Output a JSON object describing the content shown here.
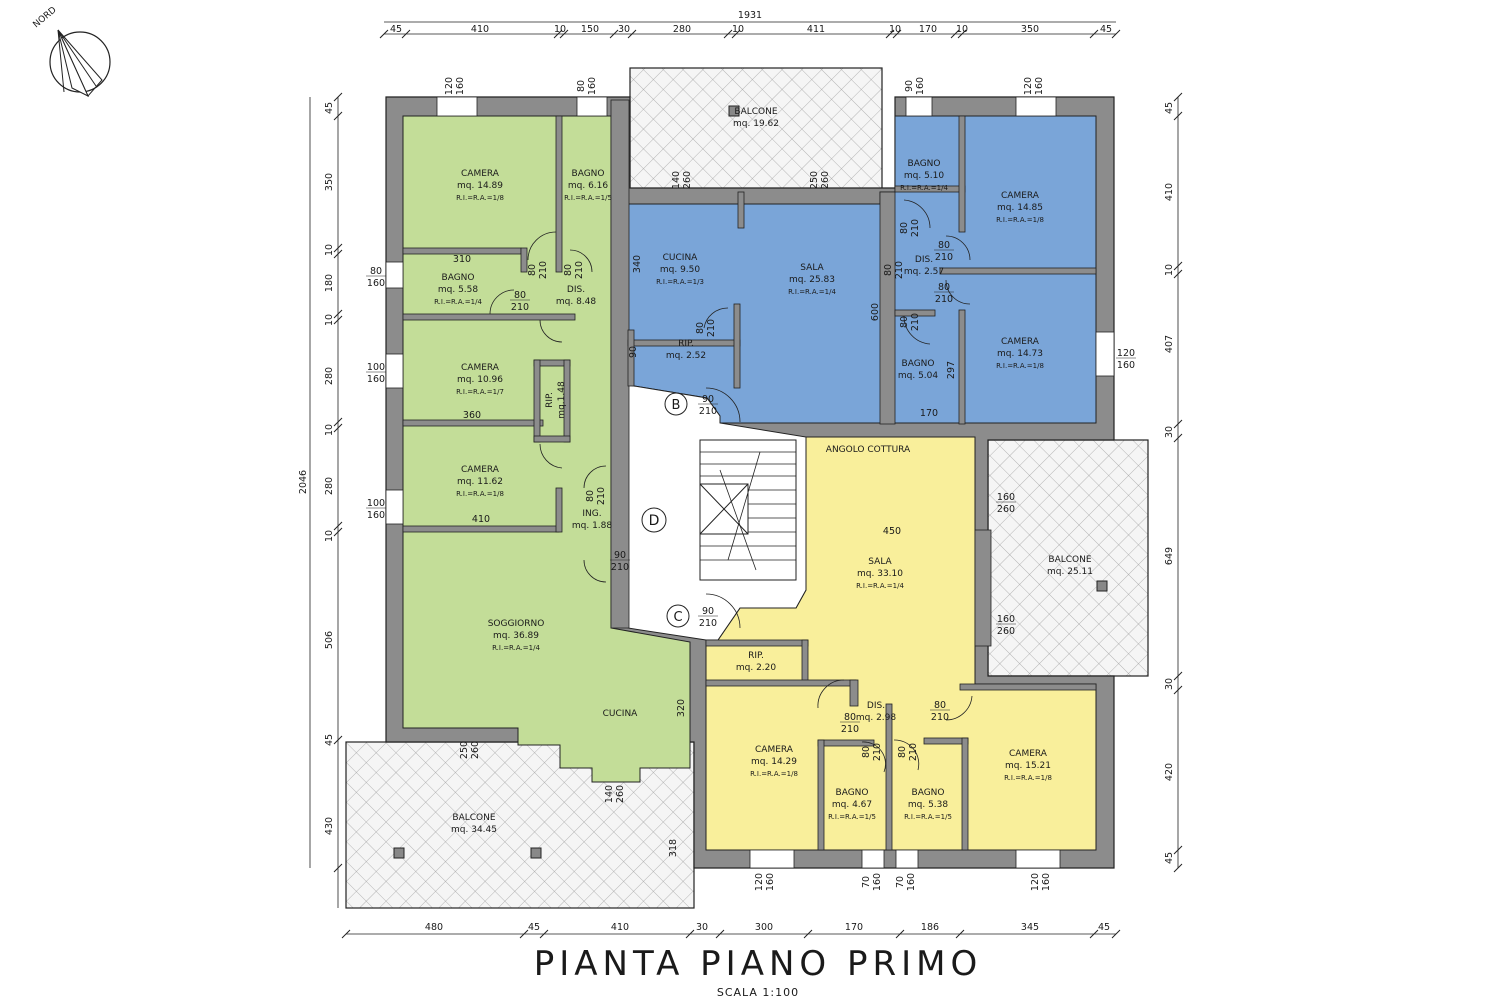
{
  "title": "PIANTA  PIANO  PRIMO",
  "scale": "SCALA  1:100",
  "north_label": "NORD",
  "colors": {
    "apt_left": "#c3dd98",
    "apt_right_top": "#7aa5d8",
    "apt_right_bottom": "#f9ef9b",
    "wall": "#8c8c8c",
    "balcony": "#f3f3f3",
    "stairs": "#ffffff"
  },
  "rooms": [
    {
      "id": "camera-a1",
      "name": "CAMERA",
      "area": "mq. 14.89",
      "ratio": "R.I.=R.A.=1/8"
    },
    {
      "id": "bagno-a1",
      "name": "BAGNO",
      "area": "mq. 6.16",
      "ratio": "R.I.=R.A.=1/5"
    },
    {
      "id": "bagno-a2",
      "name": "BAGNO",
      "area": "mq. 5.58",
      "ratio": "R.I.=R.A.=1/4"
    },
    {
      "id": "dis-a",
      "name": "DIS.",
      "area": "mq. 8.48",
      "ratio": ""
    },
    {
      "id": "camera-a2",
      "name": "CAMERA",
      "area": "mq. 10.96",
      "ratio": "R.I.=R.A.=1/7"
    },
    {
      "id": "rip-a",
      "name": "RIP.",
      "area": "mq.1.48",
      "ratio": ""
    },
    {
      "id": "camera-a3",
      "name": "CAMERA",
      "area": "mq. 11.62",
      "ratio": "R.I.=R.A.=1/8"
    },
    {
      "id": "ing-a",
      "name": "ING.",
      "area": "mq. 1.88",
      "ratio": ""
    },
    {
      "id": "soggiorno-a",
      "name": "SOGGIORNO",
      "area": "mq. 36.89",
      "ratio": "R.I.=R.A.=1/4"
    },
    {
      "id": "cucina-a",
      "name": "CUCINA",
      "area": "",
      "ratio": ""
    },
    {
      "id": "balcone-a",
      "name": "BALCONE",
      "area": "mq. 34.45",
      "ratio": ""
    },
    {
      "id": "balcone-b",
      "name": "BALCONE",
      "area": "mq. 19.62",
      "ratio": ""
    },
    {
      "id": "cucina-b",
      "name": "CUCINA",
      "area": "mq. 9.50",
      "ratio": "R.I.=R.A.=1/3"
    },
    {
      "id": "sala-b",
      "name": "SALA",
      "area": "mq. 25.83",
      "ratio": "R.I.=R.A.=1/4"
    },
    {
      "id": "rip-b",
      "name": "RIP.",
      "area": "mq. 2.52",
      "ratio": ""
    },
    {
      "id": "bagno-b1",
      "name": "BAGNO",
      "area": "mq. 5.10",
      "ratio": "R.I.=R.A.=1/4"
    },
    {
      "id": "camera-b1",
      "name": "CAMERA",
      "area": "mq. 14.85",
      "ratio": "R.I.=R.A.=1/8"
    },
    {
      "id": "dis-b",
      "name": "DIS.",
      "area": "mq. 2.57",
      "ratio": ""
    },
    {
      "id": "bagno-b2",
      "name": "BAGNO",
      "area": "mq. 5.04",
      "ratio": ""
    },
    {
      "id": "camera-b2",
      "name": "CAMERA",
      "area": "mq. 14.73",
      "ratio": "R.I.=R.A.=1/8"
    },
    {
      "id": "angolo-c",
      "name": "ANGOLO  COTTURA",
      "area": "",
      "ratio": ""
    },
    {
      "id": "sala-c",
      "name": "SALA",
      "area": "mq. 33.10",
      "ratio": "R.I.=R.A.=1/4"
    },
    {
      "id": "balcone-c",
      "name": "BALCONE",
      "area": "mq. 25.11",
      "ratio": ""
    },
    {
      "id": "rip-c",
      "name": "RIP.",
      "area": "mq. 2.20",
      "ratio": ""
    },
    {
      "id": "dis-c",
      "name": "DIS.",
      "area": "mq. 2.98",
      "ratio": ""
    },
    {
      "id": "camera-c1",
      "name": "CAMERA",
      "area": "mq. 14.29",
      "ratio": "R.I.=R.A.=1/8"
    },
    {
      "id": "bagno-c1",
      "name": "BAGNO",
      "area": "mq. 4.67",
      "ratio": "R.I.=R.A.=1/5"
    },
    {
      "id": "bagno-c2",
      "name": "BAGNO",
      "area": "mq. 5.38",
      "ratio": "R.I.=R.A.=1/5"
    },
    {
      "id": "camera-c2",
      "name": "CAMERA",
      "area": "mq. 15.21",
      "ratio": "R.I.=R.A.=1/8"
    }
  ],
  "entrances": [
    "B",
    "D",
    "C"
  ],
  "dims": {
    "top_total": "1931",
    "top": [
      "45",
      "410",
      "10",
      "150",
      "30",
      "280",
      "10",
      "411",
      "10",
      "170",
      "10",
      "350",
      "45"
    ],
    "bottom": [
      "480",
      "45",
      "410",
      "30",
      "300",
      "170",
      "186",
      "345",
      "45"
    ],
    "left_total": "2046",
    "left": [
      "45",
      "350",
      "10",
      "180",
      "10",
      "280",
      "10",
      "280",
      "10",
      "506",
      "45",
      "430"
    ],
    "right": [
      "45",
      "410",
      "10",
      "407",
      "30",
      "649",
      "30",
      "420",
      "45"
    ],
    "inner": [
      "310",
      "360",
      "410",
      "450",
      "340",
      "600",
      "90",
      "170",
      "297",
      "320",
      "318"
    ],
    "openings": [
      [
        "120",
        "160"
      ],
      [
        "80",
        "160"
      ],
      [
        "90",
        "160"
      ],
      [
        "120",
        "160"
      ],
      [
        "80",
        "160"
      ],
      [
        "100",
        "160"
      ],
      [
        "100",
        "160"
      ],
      [
        "120",
        "160"
      ],
      [
        "140",
        "260"
      ],
      [
        "250",
        "260"
      ],
      [
        "160",
        "260"
      ],
      [
        "160",
        "260"
      ],
      [
        "250",
        "260"
      ],
      [
        "140",
        "260"
      ],
      [
        "120",
        "160"
      ],
      [
        "70",
        "160"
      ],
      [
        "70",
        "160"
      ],
      [
        "120",
        "160"
      ],
      [
        "90",
        "210"
      ],
      [
        "90",
        "210"
      ],
      [
        "90",
        "210"
      ],
      [
        "80",
        "210"
      ],
      [
        "80",
        "210"
      ],
      [
        "80",
        "210"
      ],
      [
        "80",
        "210"
      ],
      [
        "80",
        "210"
      ],
      [
        "80",
        "210"
      ],
      [
        "80",
        "210"
      ],
      [
        "80",
        "210"
      ],
      [
        "80",
        "210"
      ],
      [
        "80",
        "210"
      ],
      [
        "80",
        "210"
      ],
      [
        "80",
        "210"
      ],
      [
        "80",
        "210"
      ],
      [
        "80",
        "210"
      ]
    ]
  }
}
